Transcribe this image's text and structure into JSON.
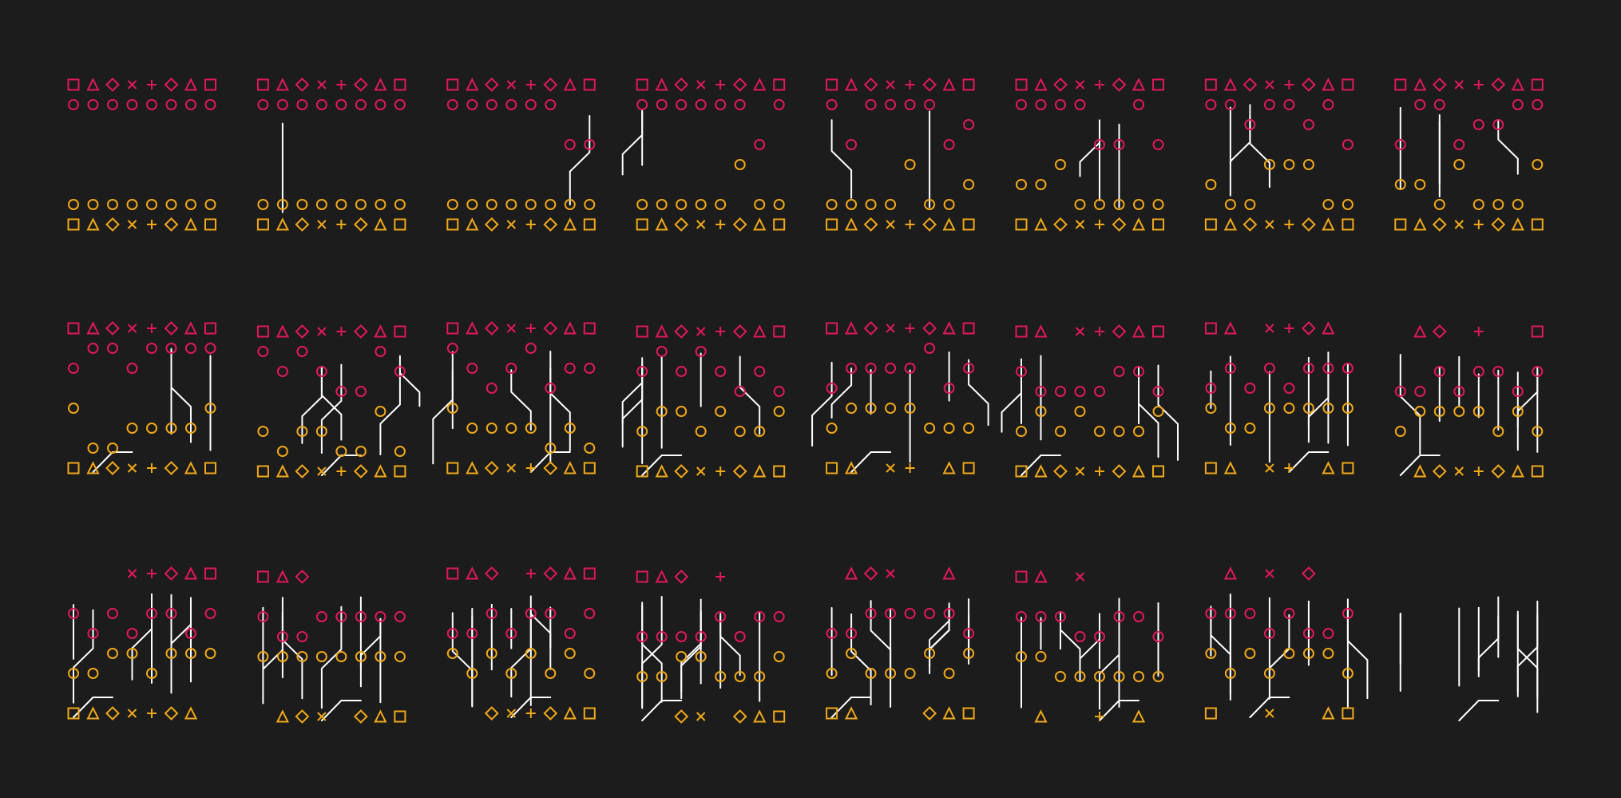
{
  "colors": {
    "background": "#1c1c1c",
    "top_symbols": "#e0185a",
    "bottom_symbols": "#f0a818",
    "wires": "#ffffff"
  },
  "grid": {
    "rows": 3,
    "cols": 8
  },
  "symbol_rows": {
    "top": [
      "square",
      "triangle",
      "diamond",
      "cross",
      "plus",
      "diamond",
      "triangle",
      "square"
    ],
    "bottom": [
      "square",
      "triangle",
      "diamond",
      "cross",
      "plus",
      "diamond",
      "triangle",
      "square"
    ]
  },
  "pin_icon": "circle",
  "panels_progress": [
    0,
    0.05,
    0.1,
    0.15,
    0.2,
    0.25,
    0.3,
    0.35,
    0.42,
    0.47,
    0.52,
    0.57,
    0.62,
    0.67,
    0.72,
    0.77,
    0.8,
    0.83,
    0.86,
    0.89,
    0.92,
    0.95,
    0.98,
    1.0
  ]
}
